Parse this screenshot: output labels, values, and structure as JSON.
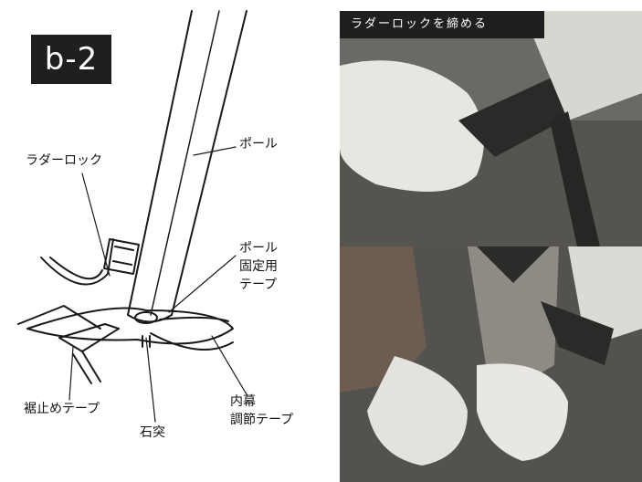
{
  "badge": "b-2",
  "labels": {
    "pole": "ポール",
    "ladder_lock": "ラダーロック",
    "pole_fixing_tape_lines": [
      "ポール",
      "固定用",
      "テープ"
    ],
    "hem_tape": "裾止めテープ",
    "stone_projection": "石突",
    "inner_tent_tape_lines": [
      "内幕",
      "調節テープ"
    ]
  },
  "photo_caption": "ラダーロックを締める",
  "colors": {
    "badge_bg": "#1f1f1f",
    "caption_bg": "#1f1f1f"
  }
}
